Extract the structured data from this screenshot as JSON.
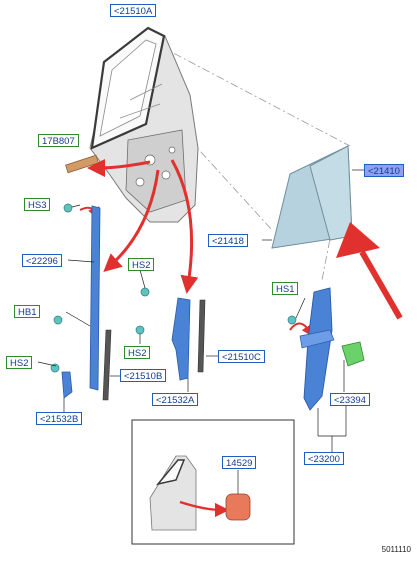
{
  "diagram": {
    "figure_id": "5011110",
    "labels": {
      "door_frame": "<21510A",
      "glass_front": "<21418",
      "glass_rear": "<21410",
      "weatherstrip_part": "17B807",
      "hs3": "HS3",
      "hs2_top": "HS2",
      "hs2_mid": "HS2",
      "hs2_left": "HS2",
      "hb1": "HB1",
      "hs1": "HS1",
      "run_channel_front": "<22296",
      "run_channel_rear": "<21510B",
      "glass_guide_c": "<21510C",
      "bracket_b": "<21532B",
      "bracket_a": "<21532A",
      "regulator_motor": "<23394",
      "regulator_assembly": "<23200",
      "inset_part": "14529"
    },
    "colors": {
      "label_border": "#1f5fbf",
      "label_text": "#143c8c",
      "green_border": "#2e8b2e",
      "highlight": "#8f9ff2",
      "arrow_red": "#e0312f",
      "part_blue": "#4a83d6",
      "glass": "#b5d2de"
    }
  }
}
